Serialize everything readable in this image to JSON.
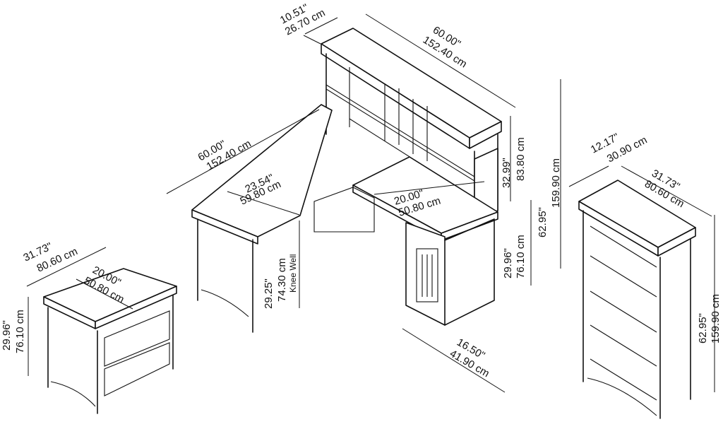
{
  "hutch": {
    "depth_in": "10.51\"",
    "depth_cm": "26.70 cm",
    "width_in": "60.00\"",
    "width_cm": "152.40 cm",
    "height_in": "32.99\"",
    "height_cm": "83.80 cm"
  },
  "desk": {
    "width_in": "60.00\"",
    "width_cm": "152.40 cm",
    "return_depth_in": "23.54\"",
    "return_depth_cm": "59.80 cm",
    "top_depth_in": "20.00\"",
    "top_depth_cm": "50.80 cm",
    "total_height_in": "62.95\"",
    "total_height_cm": "159.90 cm",
    "desk_height_in": "29.96\"",
    "desk_height_cm": "76.10 cm",
    "knee_in": "29.25\"",
    "knee_cm": "74.30 cm",
    "knee_label": "Knee Well",
    "pedestal_in": "16.50\"",
    "pedestal_cm": "41.90 cm"
  },
  "file_cabinet": {
    "width_in": "31.73\"",
    "width_cm": "80.60 cm",
    "depth_in": "20.00\"",
    "depth_cm": "50.80 cm",
    "height_in": "29.96\"",
    "height_cm": "76.10 cm"
  },
  "bookcase": {
    "depth_in": "12.17\"",
    "depth_cm": "30.90 cm",
    "width_in": "31.73\"",
    "width_cm": "80.60 cm",
    "height_in": "62.95\"",
    "height_cm": "159.90 cm"
  }
}
